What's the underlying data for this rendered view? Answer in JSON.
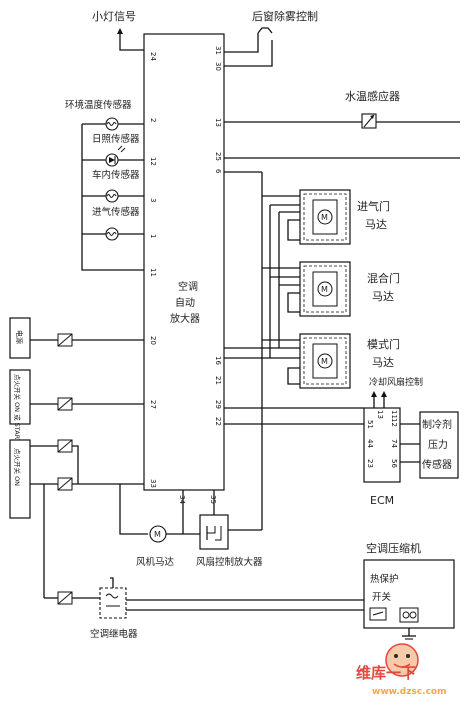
{
  "labels": {
    "small_light": "小灯信号",
    "rear_defog": "后窗除雾控制",
    "ambient_sensor": "环境温度传感器",
    "water_temp_sensor": "水温感应器",
    "sun_sensor": "日照传感器",
    "cabin_sensor": "车内传感器",
    "evap_sensor": "进气传感器",
    "amp_line1": "空调",
    "amp_line2": "自动",
    "amp_line3": "放大器",
    "intake_motor_1": "进气门",
    "intake_motor_2": "马达",
    "mix_motor_1": "混合门",
    "mix_motor_2": "马达",
    "mode_motor_1": "模式门",
    "mode_motor_2": "马达",
    "fan_control": "冷却风扇控制",
    "left_box_1": "电源",
    "left_box_2": "点火开关 ON 或 START",
    "left_box_3": "点火开关 ON",
    "refrigerant_1": "制冷剂",
    "refrigerant_2": "压力",
    "refrigerant_3": "传感器",
    "ecm": "ECM",
    "blower_motor": "风机马达",
    "blower_amp": "风扇控制放大器",
    "compressor": "空调压缩机",
    "thermal_1": "热保护",
    "thermal_2": "开关",
    "ac_relay": "空调继电器",
    "watermark_1": "维库一下",
    "watermark_url": "www.dzsc.com"
  },
  "pins": {
    "p24": "24",
    "p31": "31",
    "p30": "30",
    "p2": "2",
    "p13": "13",
    "p25": "25",
    "p6": "6",
    "p12": "12",
    "p3": "3",
    "p1": "1",
    "p11": "11",
    "p20": "20",
    "p16": "16",
    "p21": "21",
    "p27": "27",
    "p29": "29",
    "p22": "22",
    "p33": "33",
    "p34": "34",
    "p35": "35",
    "e51": "51",
    "e13": "13",
    "e44": "44",
    "e23": "23",
    "e11": "11",
    "e12": "12",
    "e74": "74",
    "e56": "56"
  },
  "colors": {
    "line": "#111111",
    "watermark_red": "#e0352b",
    "watermark_orange": "#f0a030"
  }
}
